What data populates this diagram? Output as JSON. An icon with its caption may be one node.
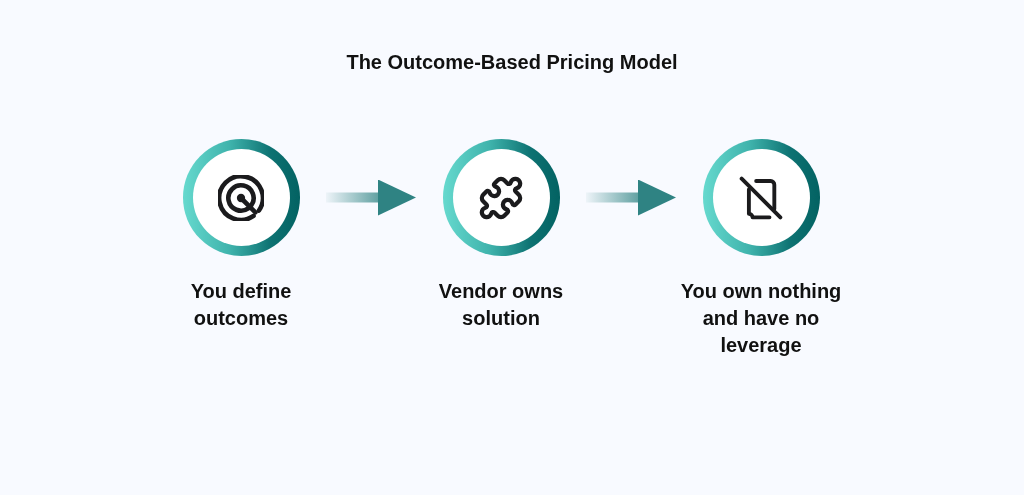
{
  "diagram": {
    "title": "The Outcome-Based Pricing Model",
    "nodes": [
      {
        "text": [
          "You define outcomes"
        ]
      },
      {
        "text": [
          "Vendor owns solution"
        ]
      },
      {
        "text": [
          "You own nothing and have no leverage"
        ]
      }
    ],
    "edges": [
      {
        "from": 0,
        "to": 1,
        "arrow": "to"
      },
      {
        "from": 1,
        "to": 2,
        "arrow": "to"
      }
    ]
  }
}
